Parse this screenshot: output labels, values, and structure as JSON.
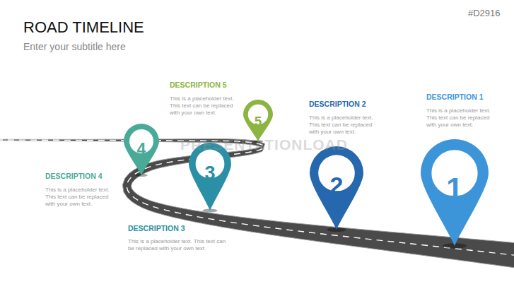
{
  "diagram": {
    "title": "ROAD TIMELINE",
    "nodes": [
      {
        "text": [
          "4"
        ]
      },
      {
        "text": [
          "3"
        ]
      },
      {
        "text": [
          "5"
        ]
      },
      {
        "text": [
          "2"
        ]
      },
      {
        "text": [
          "1"
        ]
      }
    ],
    "labels": [
      "#D2916",
      "Enter your subtitle here",
      "DESCRIPTION 5",
      "This is a placeholder text. This text can be replaced with your own text.",
      "DESCRIPTION 2",
      "This is a placeholder text. This text can be replaced with your own text.",
      "DESCRIPTION 1",
      "This is a placeholder text. This text can be replaced with your own text.",
      "DESCRIPTION 4",
      "This is a placeholder text. This text can be replaced with your own text.",
      "DESCRIPTION 3",
      "This is a placeholder text. This text can be replaced with your own text.",
      "PRESENTATIONLOAD"
    ]
  }
}
